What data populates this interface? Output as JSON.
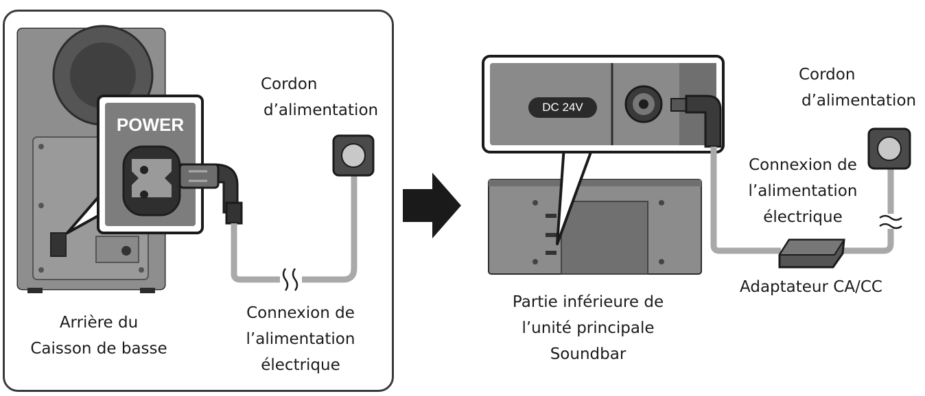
{
  "left_panel": {
    "power_label": "POWER",
    "power_cord_label": [
      "Cordon",
      "d’alimentation"
    ],
    "connection_label": [
      "Connexion de",
      "l’alimentation",
      "électrique"
    ],
    "subwoofer_label": [
      "Arrière du",
      "Caisson de basse"
    ]
  },
  "right_panel": {
    "dc_label": "DC 24V",
    "power_cord_label": [
      "Cordon",
      "d’alimentation"
    ],
    "connection_label": [
      "Connexion de",
      "l’alimentation",
      "électrique"
    ],
    "adapter_label": "Adaptateur CA/CC",
    "soundbar_label": [
      "Partie inférieure de",
      "l’unité principale",
      "Soundbar"
    ]
  },
  "colors": {
    "outline": "#3a3a3a",
    "device_body": "#8c8c8c",
    "device_dark": "#5a5a5a",
    "cable": "#a9a9a9"
  },
  "icons": [
    "arrow-right-icon",
    "wall-outlet-icon",
    "power-socket-icon",
    "power-plug-icon",
    "dc-jack-icon"
  ]
}
